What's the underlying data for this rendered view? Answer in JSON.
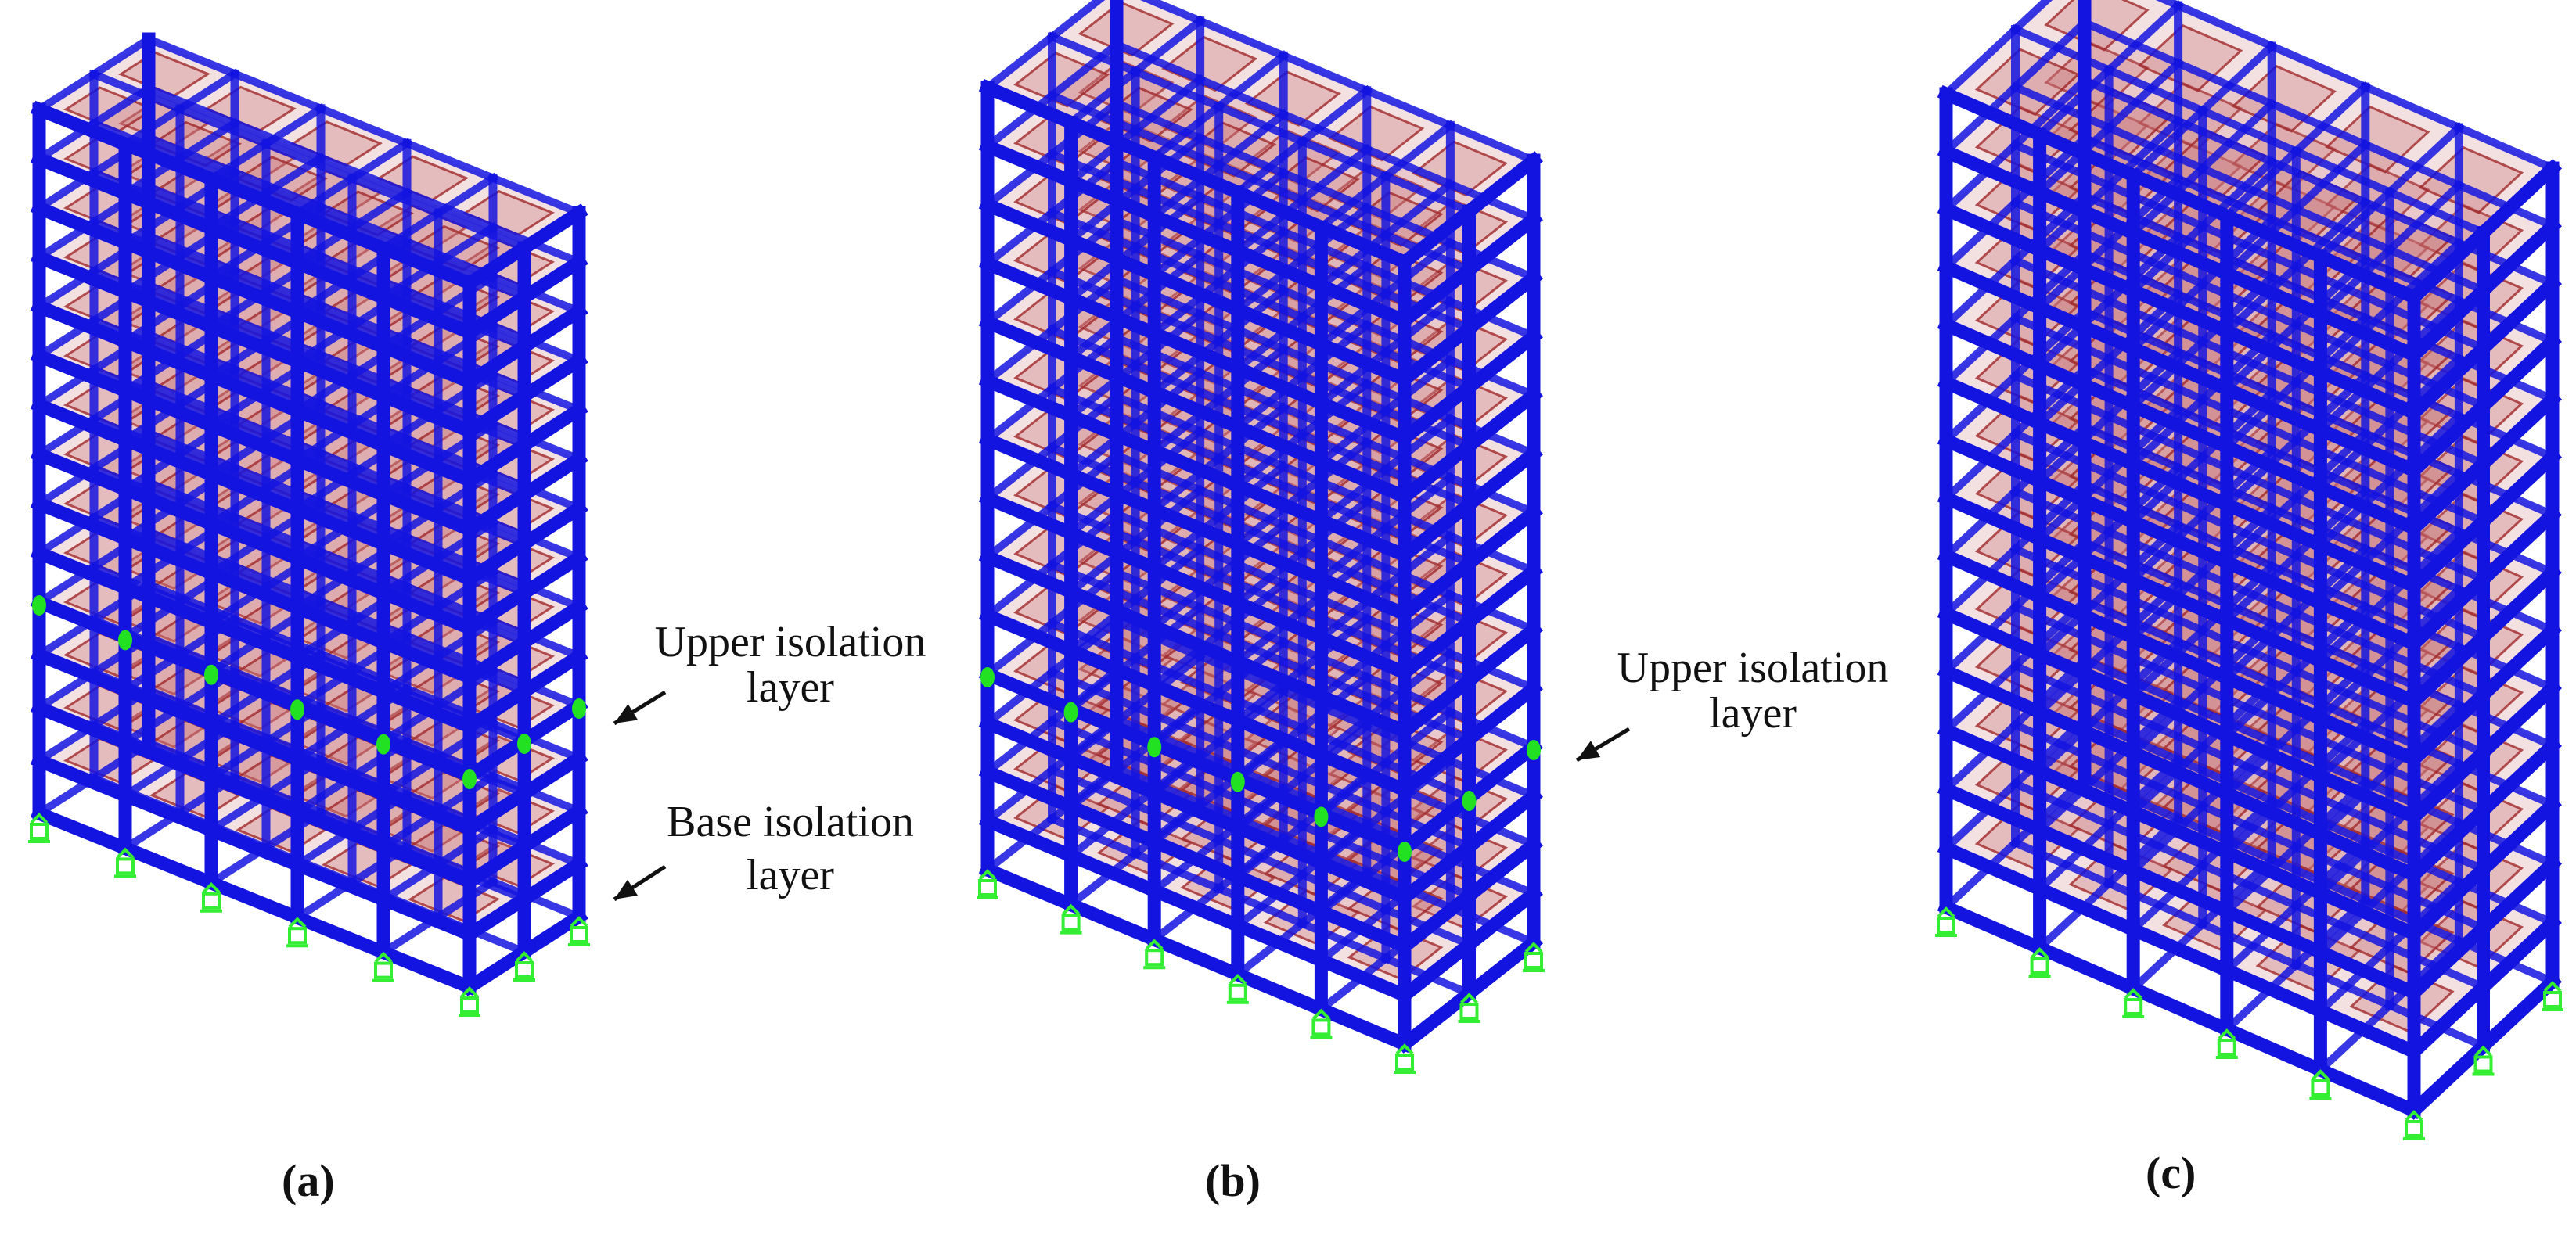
{
  "colors": {
    "frame": "#1414e0",
    "frame_light": "#3a3aff",
    "slab": "#a0282a",
    "slab_fill": "#c8787a",
    "isolator": "#22e022",
    "support": "#33ee33",
    "arrow": "#111111"
  },
  "panels": [
    {
      "label": "(a)",
      "stories": 14,
      "isolation_layers": [
        "upper",
        "base"
      ],
      "annotations": [
        "Upper isolation",
        "layer",
        "Base isolation",
        "layer"
      ]
    },
    {
      "label": "(b)",
      "stories": 14,
      "isolation_layers": [
        "upper"
      ],
      "annotations": [
        "Upper isolation",
        "layer"
      ]
    },
    {
      "label": "(c)",
      "stories": 14,
      "isolation_layers": [],
      "annotations": []
    }
  ],
  "annotations": {
    "a_upper_line1": "Upper isolation",
    "a_upper_line2": "layer",
    "a_base_line1": "Base isolation",
    "a_base_line2": "layer",
    "b_upper_line1": "Upper isolation",
    "b_upper_line2": "layer"
  }
}
